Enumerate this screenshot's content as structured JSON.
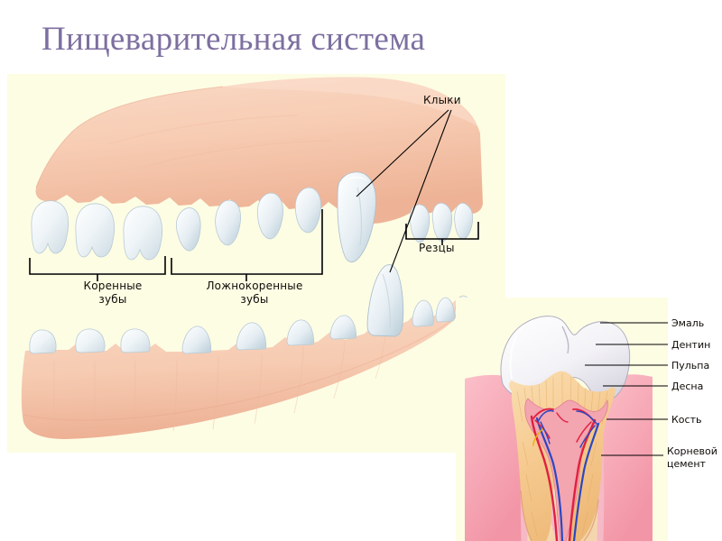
{
  "slide": {
    "title": "Пищеварительная система",
    "title_color": "#7d6fa0",
    "background_color": "#ffffff",
    "panel_color": "#fdfde4"
  },
  "jaw_diagram": {
    "labels": {
      "canines": "Клыки",
      "incisors": "Резцы",
      "molars_line1": "Коренные",
      "molars_line2": "зубы",
      "premolars_line1": "Ложнокоренные",
      "premolars_line2": "зубы"
    },
    "colors": {
      "gum": "#f7cdb4",
      "gum_shadow": "#efb79a",
      "tooth": "#f2f7f9",
      "tooth_shade": "#d9e4ea",
      "outline": "#1a1a1a"
    }
  },
  "tooth_section": {
    "labels": [
      {
        "id": "enamel",
        "text": "Эмаль"
      },
      {
        "id": "dentin",
        "text": "Дентин"
      },
      {
        "id": "pulp",
        "text": "Пульпа"
      },
      {
        "id": "gum",
        "text": "Десна"
      },
      {
        "id": "bone",
        "text": "Кость"
      },
      {
        "id": "root-cement-line1",
        "text": "Корневой"
      },
      {
        "id": "root-cement-line2",
        "text": "цемент"
      }
    ],
    "colors": {
      "enamel": "#f4f3f6",
      "enamel_shade": "#c9c6d2",
      "dentin": "#f5c98f",
      "pulp": "#f3a5b0",
      "gum": "#f6a7b5",
      "bone": "#f7dcb9",
      "artery": "#e02040",
      "vein": "#2b48c0",
      "outline": "#7a5c3a"
    }
  }
}
